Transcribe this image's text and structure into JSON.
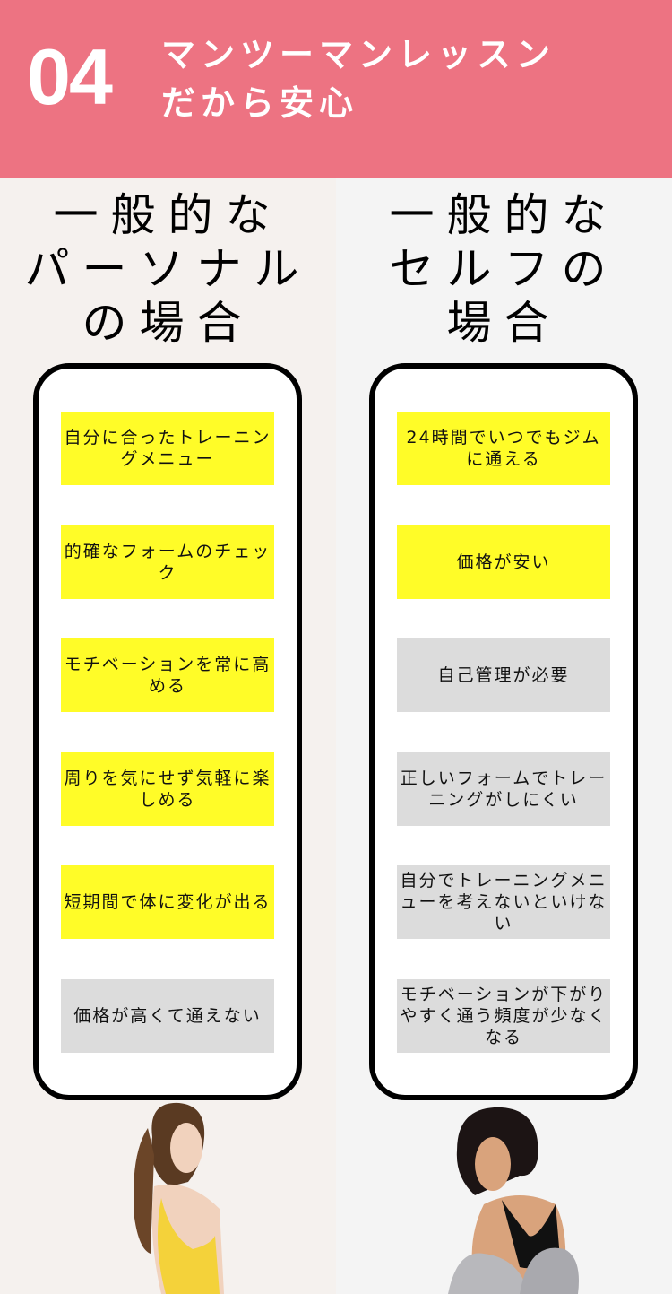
{
  "header": {
    "number": "04",
    "title_line1": "マンツーマンレッスン",
    "title_line2": "だから安心"
  },
  "colors": {
    "header": "#ed7382",
    "positive": "#fffc28",
    "negative": "#dcdcdc"
  },
  "left": {
    "title": "一般的な\nパーソナル\nの場合",
    "items": [
      {
        "text": "自分に合ったトレーニングメニュー",
        "type": "pos"
      },
      {
        "text": "的確なフォームのチェック",
        "type": "pos"
      },
      {
        "text": "モチベーションを常に高める",
        "type": "pos"
      },
      {
        "text": "周りを気にせず気軽に楽しめる",
        "type": "pos"
      },
      {
        "text": "短期間で体に変化が出る",
        "type": "pos"
      },
      {
        "text": "価格が高くて通えない",
        "type": "neg"
      }
    ]
  },
  "right": {
    "title": "一般的な\nセルフの\n場合",
    "items": [
      {
        "text": "24時間でいつでもジムに通える",
        "type": "pos"
      },
      {
        "text": "価格が安い",
        "type": "pos"
      },
      {
        "text": "自己管理が必要",
        "type": "neg"
      },
      {
        "text": "正しいフォームでトレーニングがしにくい",
        "type": "neg"
      },
      {
        "text": "自分でトレーニングメニューを考えないといけない",
        "type": "neg"
      },
      {
        "text": "モチベーションが下がりやすく通う頻度が少なくなる",
        "type": "neg"
      }
    ]
  }
}
